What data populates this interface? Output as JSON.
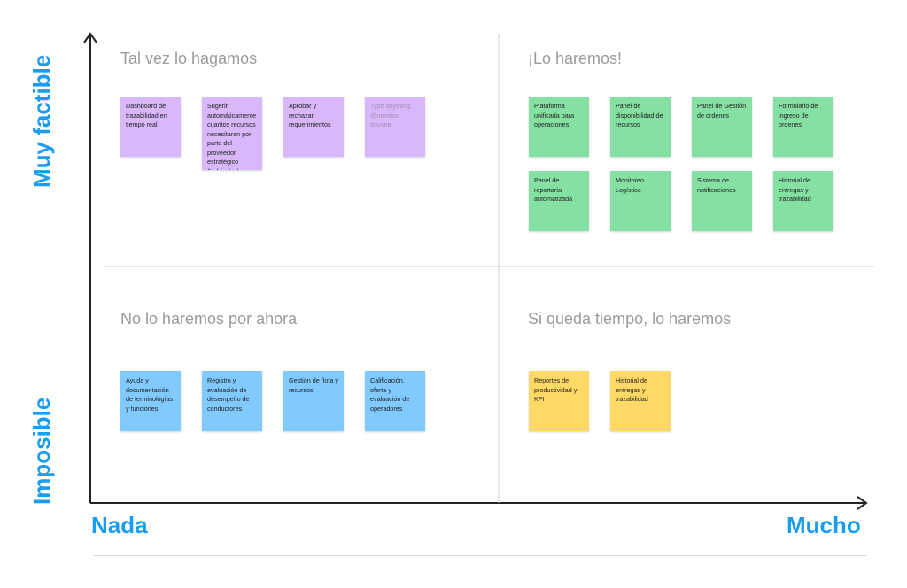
{
  "axes": {
    "y_top": "Muy factible",
    "y_bottom": "Imposible",
    "x_left": "Nada",
    "x_right": "Mucho"
  },
  "colors": {
    "axis_label": "#1a9cf0",
    "purple": "#d8b8fb",
    "green": "#85e0a3",
    "blue": "#80caff",
    "yellow": "#ffd966"
  },
  "quadrants": {
    "top_left": {
      "title": "Tal vez lo hagamos",
      "notes": [
        "Dashboard de trazabilidad en tiempo real",
        "Sugerir automáticamente cuantos recursos necesitaran por parte del proveedor estratégico (Vehículos)",
        "Aprobar y rechazar requerimientos",
        "Type anything, @mention anyone"
      ]
    },
    "top_right": {
      "title": "¡Lo haremos!",
      "notes": [
        "Plataforma unificada para operaciones",
        "Panel de disponibilidad de recursos",
        "Panel de Gestión de ordenes",
        "Formulario de ingreso de ordenes",
        "Panel de reportaría automatizada",
        "Monitoreo Logístico",
        "Sistema de notificaciones",
        "Historial de entregas y trazabilidad"
      ]
    },
    "bottom_left": {
      "title": "No lo haremos por ahora",
      "notes": [
        "Ayuda y documentación de terminologías y funciones",
        "Registro y evaluación de desempeño de conductores",
        "Gestión de flota y recursos",
        "Calificación, oferta y evaluación de operadores"
      ]
    },
    "bottom_right": {
      "title": "Si queda tiempo, lo haremos",
      "notes": [
        "Reportes de productividad y KPI",
        "Historial de entregas y trazabilidad"
      ]
    }
  }
}
